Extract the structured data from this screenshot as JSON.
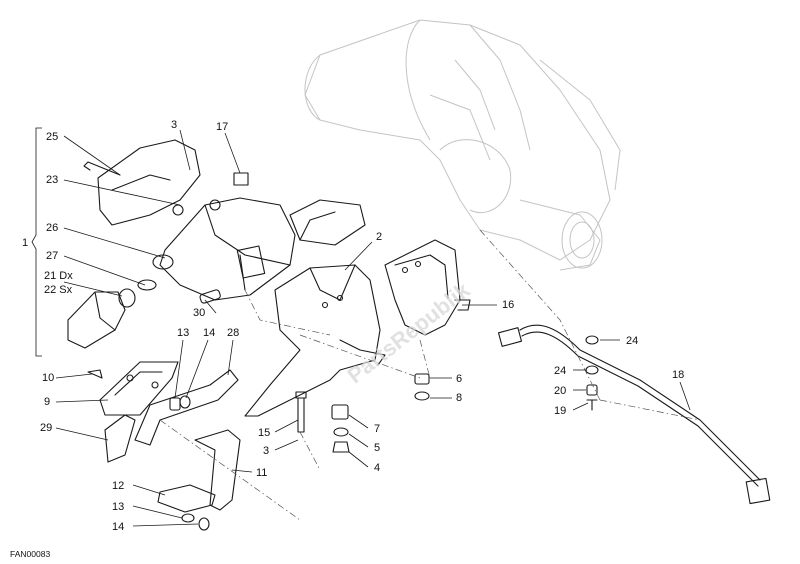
{
  "drawing_code": "FAN00083",
  "watermark_text": "PartsRepublik",
  "labels": {
    "l1": "1",
    "l2": "2",
    "l3a": "3",
    "l3b": "3",
    "l4": "4",
    "l5": "5",
    "l6": "6",
    "l7": "7",
    "l8": "8",
    "l9": "9",
    "l10": "10",
    "l11": "11",
    "l12": "12",
    "l13a": "13",
    "l13b": "13",
    "l14a": "14",
    "l14b": "14",
    "l15": "15",
    "l16": "16",
    "l17": "17",
    "l18": "18",
    "l19": "19",
    "l20": "20",
    "l21": "21 Dx",
    "l22": "22 Sx",
    "l23": "23",
    "l24a": "24",
    "l24b": "24",
    "l25": "25",
    "l26": "26",
    "l27": "27",
    "l28": "28",
    "l29": "29",
    "l30": "30"
  }
}
